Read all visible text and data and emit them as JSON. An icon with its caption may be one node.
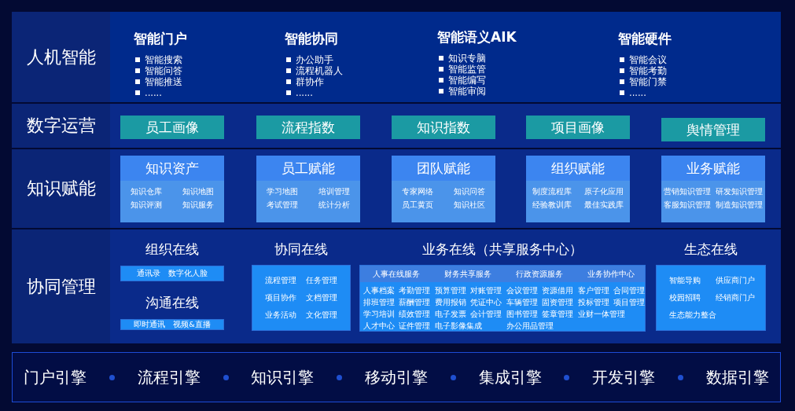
{
  "diagram": {
    "nodes": [
      {
        "text": [
          "人机智能"
        ]
      },
      {
        "text": [
          "智能门户",
          "智能搜索",
          "智能问答",
          "智能推送",
          "......"
        ],
        "in": 0
      },
      {
        "text": [
          "智能协同",
          "办公助手",
          "流程机器人",
          "群协作",
          "......"
        ],
        "in": 0
      },
      {
        "text": [
          "智能语义AIK",
          "知识专脑",
          "智能监管",
          "智能编写",
          "智能审阅"
        ],
        "in": 0
      },
      {
        "text": [
          "智能硬件",
          "智能会议",
          "智能考勤",
          "智能门禁",
          "......"
        ],
        "in": 0
      },
      {
        "text": [
          "数字运营"
        ]
      },
      {
        "text": [
          "员工画像"
        ],
        "in": 5
      },
      {
        "text": [
          "流程指数"
        ],
        "in": 5
      },
      {
        "text": [
          "知识指数"
        ],
        "in": 5
      },
      {
        "text": [
          "项目画像"
        ],
        "in": 5
      },
      {
        "text": [
          "舆情管理"
        ],
        "in": 5
      },
      {
        "text": [
          "知识赋能"
        ]
      },
      {
        "text": [
          "知识资产",
          "知识仓库",
          "知识地图",
          "知识评测",
          "知识服务"
        ],
        "in": 11
      },
      {
        "text": [
          "员工赋能",
          "学习地图",
          "培训管理",
          "考试管理",
          "统计分析"
        ],
        "in": 11
      },
      {
        "text": [
          "团队赋能",
          "专家网络",
          "知识问答",
          "员工黄页",
          "知识社区"
        ],
        "in": 11
      },
      {
        "text": [
          "组织赋能",
          "制度流程库",
          "原子化应用",
          "经验教训库",
          "最佳实践库"
        ],
        "in": 11
      },
      {
        "text": [
          "业务赋能",
          "营销知识管理",
          "研发知识管理",
          "客服知识管理",
          "制造知识管理"
        ],
        "in": 11
      },
      {
        "text": [
          "协同管理"
        ]
      },
      {
        "text": [
          "组织在线",
          "通讯录",
          "数字化人脸"
        ],
        "in": 17
      },
      {
        "text": [
          "沟通在线",
          "即时通讯",
          "视频&直播"
        ],
        "in": 17
      },
      {
        "text": [
          "协同在线",
          "流程管理",
          "任务管理",
          "项目协作",
          "文档管理",
          "业务活动",
          "文化管理"
        ],
        "in": 17
      },
      {
        "text": [
          "业务在线（共享服务中心）"
        ],
        "in": 17
      },
      {
        "text": [
          "人事在线服务",
          "人事档案",
          "考勤管理",
          "排班管理",
          "薪酬管理",
          "学习培训",
          "绩效管理",
          "人才中心",
          "证件管理"
        ],
        "in": 21
      },
      {
        "text": [
          "财务共享服务",
          "预算管理",
          "对账管理",
          "费用报销",
          "凭证中心",
          "电子发票",
          "会计管理",
          "电子影像集成"
        ],
        "in": 21
      },
      {
        "text": [
          "行政资源服务",
          "会议管理",
          "资源借用",
          "车辆管理",
          "固资管理",
          "图书管理",
          "签章管理",
          "办公用品管理"
        ],
        "in": 21
      },
      {
        "text": [
          "业务协作中心",
          "客户管理",
          "合同管理",
          "投标管理",
          "项目管理",
          "业财一体管理"
        ],
        "in": 21
      },
      {
        "text": [
          "生态在线",
          "智能导购",
          "供应商门户",
          "校园招聘",
          "经销商门户",
          "生态能力整合"
        ],
        "in": 17
      },
      {
        "text": [
          "门户引擎",
          "流程引擎",
          "知识引擎",
          "移动引擎",
          "集成引擎",
          "开发引擎",
          "数据引擎"
        ]
      }
    ]
  }
}
